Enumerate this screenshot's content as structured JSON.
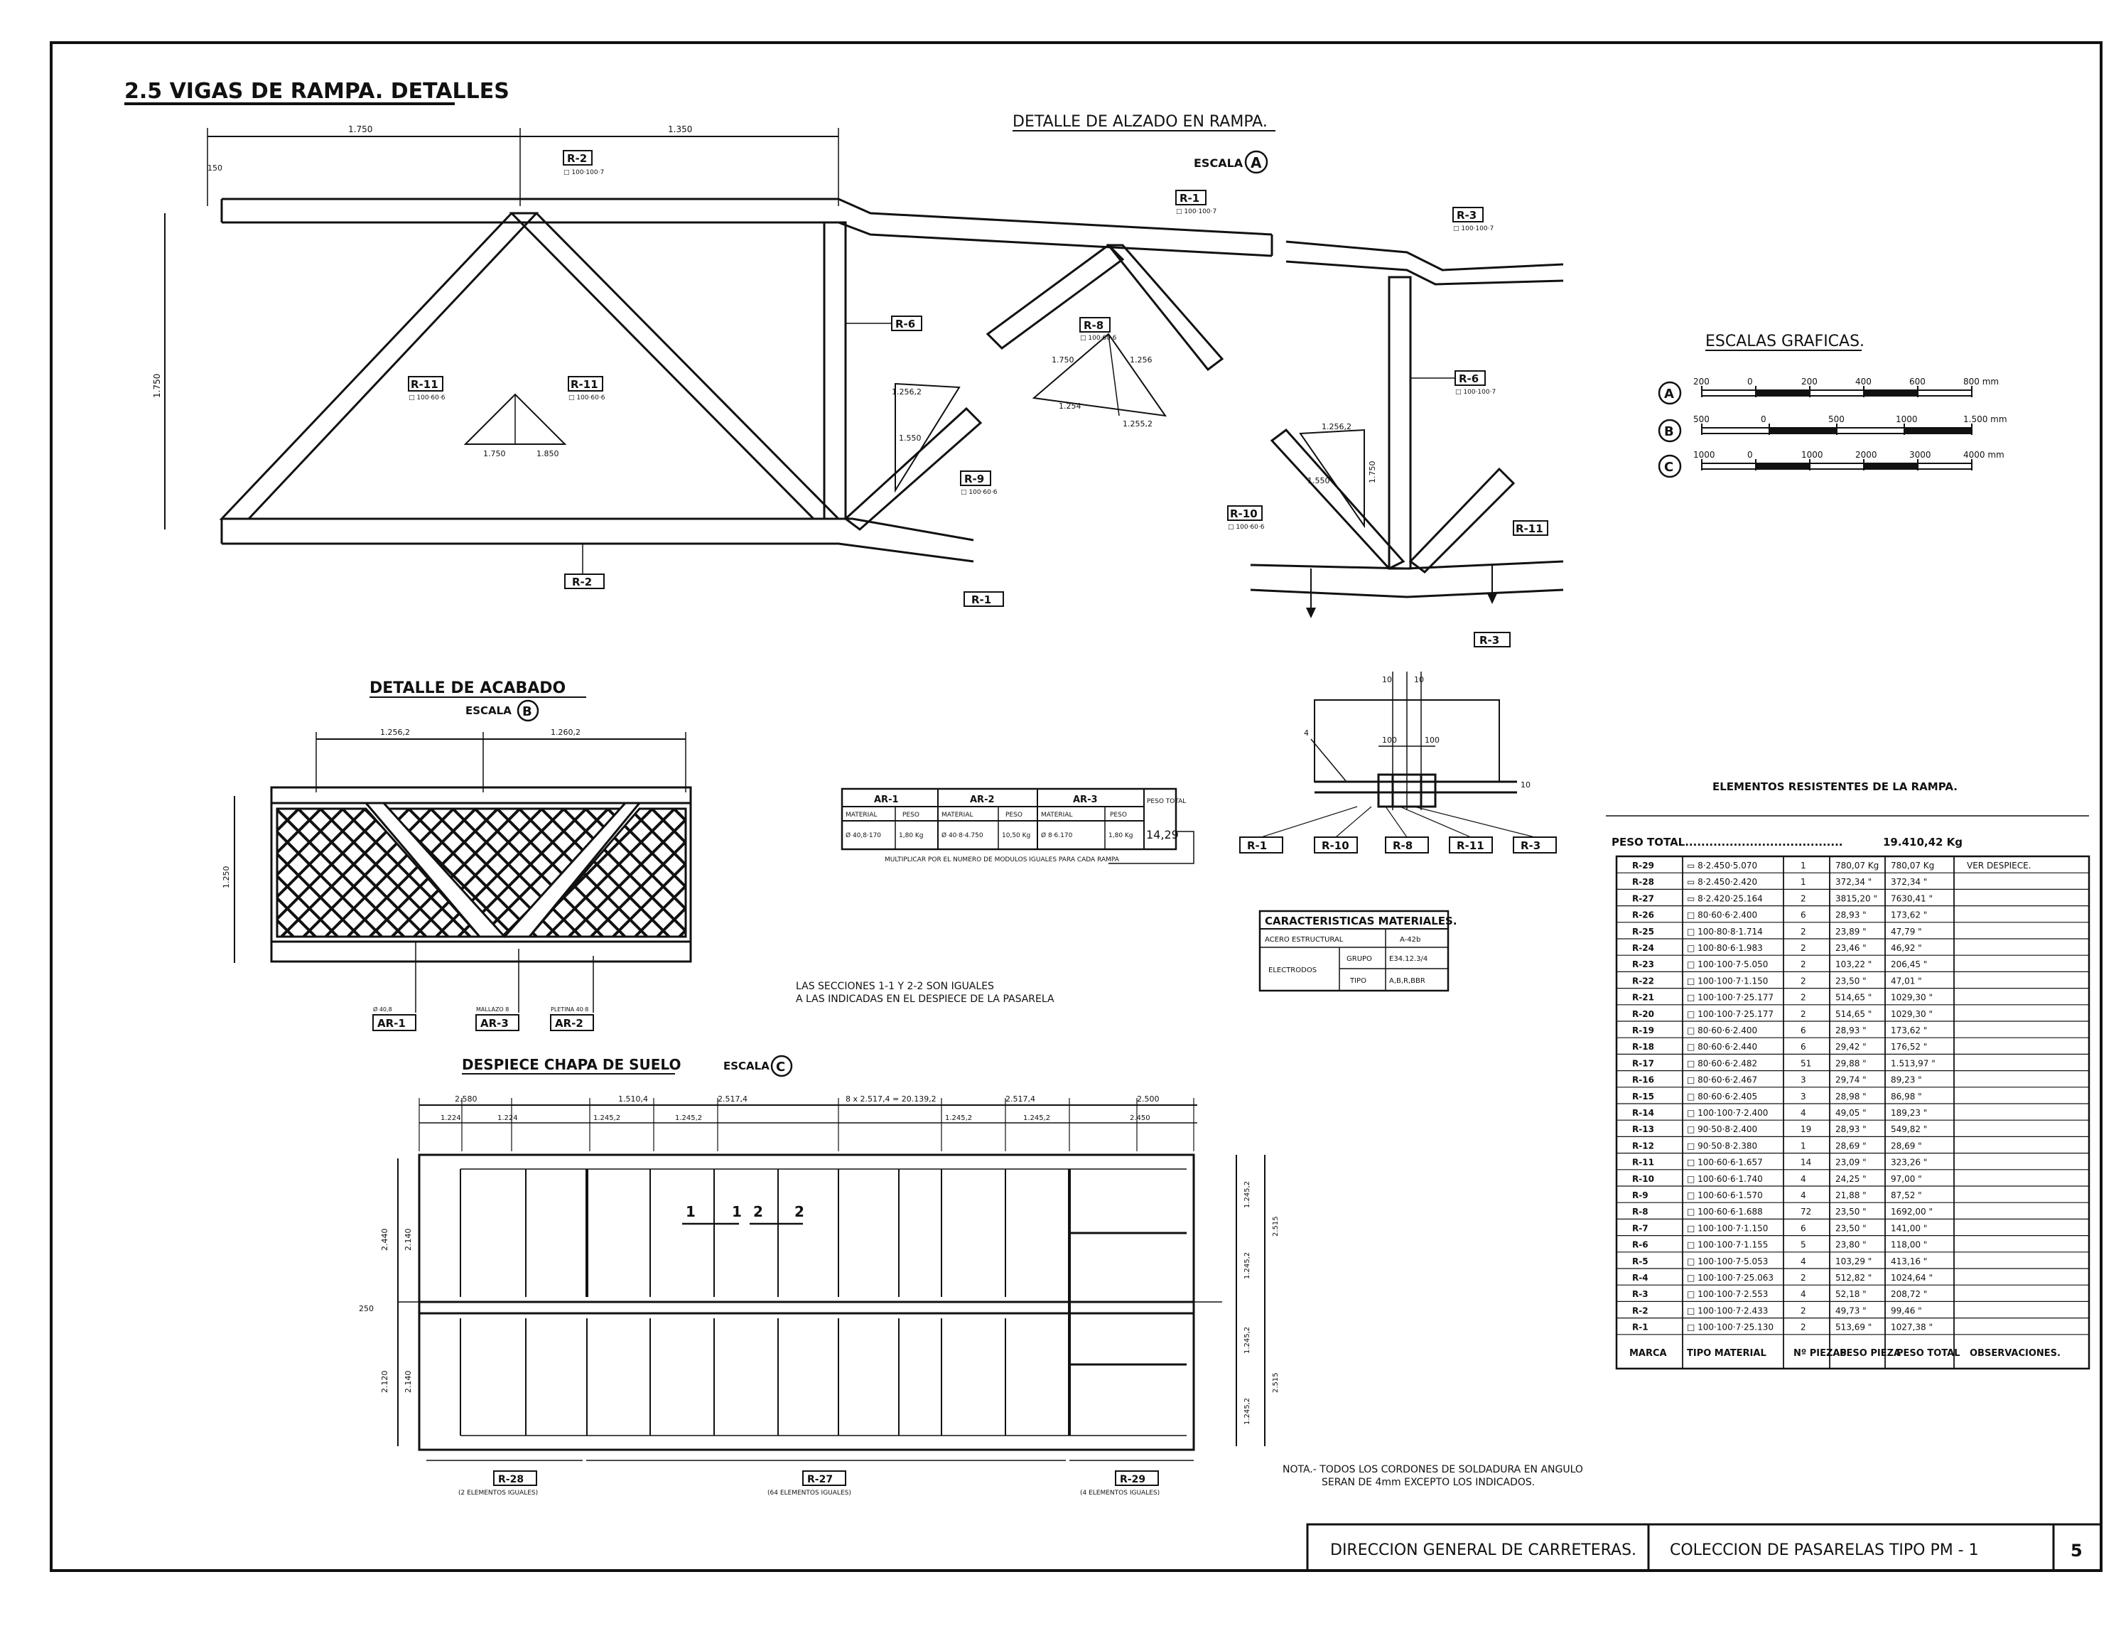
{
  "sheet": {
    "title": "2.5 VIGAS DE RAMPA. DETALLES",
    "page_number": "5"
  },
  "alzado": {
    "title": "DETALLE DE ALZADO EN RAMPA.",
    "scale_label": "ESCALA",
    "scale_letter": "A",
    "dim_left": "1.750",
    "dim_right": "1.350",
    "dim_height": "1.750",
    "dim_small": "150",
    "tri1": [
      "1.750",
      "1.850"
    ],
    "tri2": [
      "1.256,2",
      "1.550"
    ],
    "tri3": [
      "1.750",
      "1.256",
      "1.254",
      "1.255,2"
    ],
    "tri4": [
      "1.256,2",
      "1.550"
    ],
    "dim_height2": "1.750",
    "labels": {
      "r2": "R-2",
      "r2_spec": "□ 100·100·7",
      "r1": "R-1",
      "r1_spec": "□ 100·100·7",
      "r3": "R-3",
      "r3_spec": "□ 100·100·7",
      "r6": "R-6",
      "r6b": "R-6",
      "r6b_spec": "□ 100·100·7",
      "r8": "R-8",
      "r8_spec": "□ 100·60·6",
      "r11a": "R-11",
      "r11a_spec": "□ 100·60·6",
      "r11b": "R-11",
      "r11b_spec": "□ 100·60·6",
      "r11c": "R-11",
      "r9": "R-9",
      "r9_spec": "□ 100·60·6",
      "r10": "R-10",
      "r10_spec": "□ 100·60·6",
      "r2b": "R-2",
      "r1b": "R-1",
      "r3b": "R-3"
    }
  },
  "escalas": {
    "title": "ESCALAS GRAFICAS.",
    "rows": [
      {
        "letter": "A",
        "ticks": [
          "200",
          "0",
          "200",
          "400",
          "600",
          "800 mm"
        ]
      },
      {
        "letter": "B",
        "ticks": [
          "500",
          "0",
          "500",
          "1000",
          "1.500 mm"
        ]
      },
      {
        "letter": "C",
        "ticks": [
          "1000",
          "0",
          "1000",
          "2000",
          "3000",
          "4000 mm"
        ]
      }
    ]
  },
  "acabado": {
    "title": "DETALLE DE ACABADO",
    "scale_label": "ESCALA",
    "scale_letter": "B",
    "dims": [
      "1.256,2",
      "1.260,2"
    ],
    "dim_h": "1.250",
    "tags": [
      {
        "small": "Ø 40,8",
        "label": "AR-1"
      },
      {
        "small": "MALLAZO 8",
        "label": "AR-3"
      },
      {
        "small": "PLETINA 40·8",
        "label": "AR-2"
      }
    ]
  },
  "ar_table": {
    "headers": [
      "AR-1",
      "AR-2",
      "AR-3",
      "PESO TOTAL"
    ],
    "subheaders": [
      "MATERIAL",
      "PESO",
      "MATERIAL",
      "PESO",
      "MATERIAL",
      "PESO"
    ],
    "row": [
      "Ø 40,8·170",
      "1,80 Kg",
      "Ø 40·8·4.750",
      "10,50 Kg",
      "Ø 8·6.170",
      "1,80 Kg",
      "14,29"
    ],
    "note": "MULTIPLICAR POR EL NUMERO DE MODULOS IGUALES PARA CADA RAMPA"
  },
  "seccion": {
    "dims_top": [
      "10",
      "10"
    ],
    "dims_mid": [
      "100",
      "100"
    ],
    "dim_side": "10",
    "weld": "4",
    "tags": [
      "R-1",
      "R-10",
      "R-8",
      "R-11",
      "R-3"
    ]
  },
  "sections_note": [
    "LAS SECCIONES 1-1 Y 2-2 SON IGUALES",
    "A LAS INDICADAS EN EL DESPIECE DE LA PASARELA"
  ],
  "materiales": {
    "title": "CARACTERISTICAS MATERIALES.",
    "rows": [
      {
        "a": "ACERO ESTRUCTURAL",
        "b": "",
        "c": "A-42b"
      },
      {
        "a": "ELECTRODOS",
        "b": "GRUPO",
        "c": "E34.12.3/4"
      },
      {
        "a": "",
        "b": "TIPO",
        "c": "A,B,R,BBR"
      }
    ]
  },
  "despiece": {
    "title": "DESPIECE CHAPA DE SUELO",
    "scale_label": "ESCALA",
    "scale_letter": "C",
    "dims_top": [
      "2.580",
      "1.510,4",
      "2.517,4",
      "8 x 2.517,4 = 20.139,2",
      "2.517,4",
      "2.500"
    ],
    "dims_sub": [
      "1.224",
      "1.224",
      "1.245,2",
      "1.245,2",
      "1.245,2",
      "1.245,2",
      "2.450"
    ],
    "dims_left": [
      "2.140",
      "2.140",
      "2.440",
      "2.120",
      "250"
    ],
    "dims_right": [
      "1.245,2",
      "1.245,2",
      "1.245,2",
      "1.245,2",
      "2.515",
      "2.515"
    ],
    "section_marks": [
      "1",
      "1",
      "2",
      "2"
    ],
    "tags": [
      {
        "label": "R-28",
        "sub": "(2 ELEMENTOS IGUALES)"
      },
      {
        "label": "R-27",
        "sub": "(64 ELEMENTOS IGUALES)"
      },
      {
        "label": "R-29",
        "sub": "(4 ELEMENTOS IGUALES)"
      }
    ]
  },
  "nota": [
    "NOTA.- TODOS LOS CORDONES DE SOLDADURA EN ANGULO",
    "SERAN DE 4mm EXCEPTO LOS INDICADOS."
  ],
  "elementos": {
    "title": "ELEMENTOS RESISTENTES DE LA RAMPA.",
    "peso_total_label": "PESO TOTAL.......................................",
    "peso_total_value": "19.410,42 Kg",
    "headers": [
      "MARCA",
      "TIPO MATERIAL",
      "Nº PIEZAS",
      "PESO PIEZA",
      "PESO TOTAL",
      "OBSERVACIONES."
    ],
    "rows": [
      [
        "R-29",
        "▭ 8·2.450·5.070",
        "1",
        "780,07 Kg",
        "780,07 Kg",
        "VER DESPIECE."
      ],
      [
        "R-28",
        "▭ 8·2.450·2.420",
        "1",
        "372,34 \"",
        "372,34 \"",
        ""
      ],
      [
        "R-27",
        "▭ 8·2.420·25.164",
        "2",
        "3815,20 \"",
        "7630,41 \"",
        ""
      ],
      [
        "R-26",
        "□ 80·60·6·2.400",
        "6",
        "28,93 \"",
        "173,62 \"",
        ""
      ],
      [
        "R-25",
        "□ 100·80·8·1.714",
        "2",
        "23,89 \"",
        "47,79 \"",
        ""
      ],
      [
        "R-24",
        "□ 100·80·6·1.983",
        "2",
        "23,46 \"",
        "46,92 \"",
        ""
      ],
      [
        "R-23",
        "□ 100·100·7·5.050",
        "2",
        "103,22 \"",
        "206,45 \"",
        ""
      ],
      [
        "R-22",
        "□ 100·100·7·1.150",
        "2",
        "23,50 \"",
        "47,01 \"",
        ""
      ],
      [
        "R-21",
        "□ 100·100·7·25.177",
        "2",
        "514,65 \"",
        "1029,30 \"",
        ""
      ],
      [
        "R-20",
        "□ 100·100·7·25.177",
        "2",
        "514,65 \"",
        "1029,30 \"",
        ""
      ],
      [
        "R-19",
        "□ 80·60·6·2.400",
        "6",
        "28,93 \"",
        "173,62 \"",
        ""
      ],
      [
        "R-18",
        "□ 80·60·6·2.440",
        "6",
        "29,42 \"",
        "176,52 \"",
        ""
      ],
      [
        "R-17",
        "□ 80·60·6·2.482",
        "51",
        "29,88 \"",
        "1.513,97 \"",
        ""
      ],
      [
        "R-16",
        "□ 80·60·6·2.467",
        "3",
        "29,74 \"",
        "89,23 \"",
        ""
      ],
      [
        "R-15",
        "□ 80·60·6·2.405",
        "3",
        "28,98 \"",
        "86,98 \"",
        ""
      ],
      [
        "R-14",
        "□ 100·100·7·2.400",
        "4",
        "49,05 \"",
        "189,23 \"",
        ""
      ],
      [
        "R-13",
        "□ 90·50·8·2.400",
        "19",
        "28,93 \"",
        "549,82 \"",
        ""
      ],
      [
        "R-12",
        "□ 90·50·8·2.380",
        "1",
        "28,69 \"",
        "28,69 \"",
        ""
      ],
      [
        "R-11",
        "□ 100·60·6·1.657",
        "14",
        "23,09 \"",
        "323,26 \"",
        ""
      ],
      [
        "R-10",
        "□ 100·60·6·1.740",
        "4",
        "24,25 \"",
        "97,00 \"",
        ""
      ],
      [
        "R-9",
        "□ 100·60·6·1.570",
        "4",
        "21,88 \"",
        "87,52 \"",
        ""
      ],
      [
        "R-8",
        "□ 100·60·6·1.688",
        "72",
        "23,50 \"",
        "1692,00 \"",
        ""
      ],
      [
        "R-7",
        "□ 100·100·7·1.150",
        "6",
        "23,50 \"",
        "141,00 \"",
        ""
      ],
      [
        "R-6",
        "□ 100·100·7·1.155",
        "5",
        "23,80 \"",
        "118,00 \"",
        ""
      ],
      [
        "R-5",
        "□ 100·100·7·5.053",
        "4",
        "103,29 \"",
        "413,16 \"",
        ""
      ],
      [
        "R-4",
        "□ 100·100·7·25.063",
        "2",
        "512,82 \"",
        "1024,64 \"",
        ""
      ],
      [
        "R-3",
        "□ 100·100·7·2.553",
        "4",
        "52,18 \"",
        "208,72 \"",
        ""
      ],
      [
        "R-2",
        "□ 100·100·7·2.433",
        "2",
        "49,73 \"",
        "99,46 \"",
        ""
      ],
      [
        "R-1",
        "□ 100·100·7·25.130",
        "2",
        "513,69 \"",
        "1027,38 \"",
        ""
      ]
    ]
  },
  "title_block": {
    "left": "DIRECCION GENERAL DE CARRETERAS.",
    "middle": "COLECCION DE PASARELAS TIPO  PM - 1",
    "page": "5"
  }
}
